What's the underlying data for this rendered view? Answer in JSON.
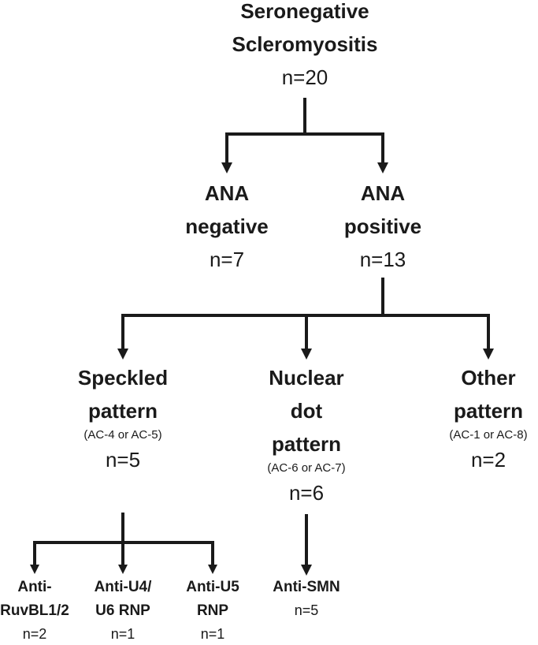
{
  "nodes": {
    "root": {
      "lines": [
        "Seronegative",
        "Scleromyositis"
      ],
      "n": "n=20"
    },
    "ana_negative": {
      "lines": [
        "ANA",
        "negative"
      ],
      "n": "n=7"
    },
    "ana_positive": {
      "lines": [
        "ANA",
        "positive"
      ],
      "n": "n=13"
    },
    "speckled": {
      "lines": [
        "Speckled",
        "pattern"
      ],
      "sub": "(AC-4 or AC-5)",
      "n": "n=5"
    },
    "nuclear_dot": {
      "lines": [
        "Nuclear",
        "dot",
        "pattern"
      ],
      "sub": "(AC-6 or AC-7)",
      "n": "n=6"
    },
    "other": {
      "lines": [
        "Other",
        "pattern"
      ],
      "sub": "(AC-1 or AC-8)",
      "n": "n=2"
    },
    "ruvbl": {
      "lines": [
        "Anti-",
        "RuvBL1/2"
      ],
      "n": "n=2"
    },
    "u4u6": {
      "lines": [
        "Anti-U4/",
        "U6 RNP"
      ],
      "n": "n=1"
    },
    "u5": {
      "lines": [
        "Anti-U5",
        "RNP"
      ],
      "n": "n=1"
    },
    "smn": {
      "lines": [
        "Anti-SMN"
      ],
      "n": "n=5"
    }
  }
}
